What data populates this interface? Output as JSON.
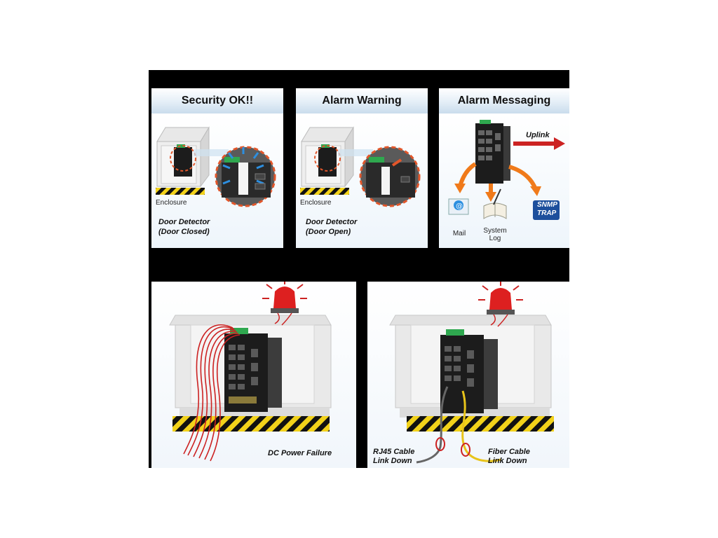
{
  "panels": {
    "security_ok": {
      "title": "Security OK!!",
      "enclosure_label": "Enclosure",
      "caption_line1": "Door Detector",
      "caption_line2": "(Door Closed)"
    },
    "alarm_warning": {
      "title": "Alarm Warning",
      "enclosure_label": "Enclosure",
      "caption_line1": "Door Detector",
      "caption_line2": "(Door Open)"
    },
    "alarm_messaging": {
      "title": "Alarm Messaging",
      "uplink_label": "Uplink",
      "mail_label": "Mail",
      "syslog_line1": "System",
      "syslog_line2": "Log",
      "snmp_line1": "SNMP",
      "snmp_line2": "TRAP"
    },
    "power_failure": {
      "caption": "DC Power Failure"
    },
    "link_down": {
      "rj45_line1": "RJ45 Cable",
      "rj45_line2": "Link Down",
      "fiber_line1": "Fiber Cable",
      "fiber_line2": "Link Down"
    }
  },
  "colors": {
    "frame": "#000000",
    "header_gradient_end": "#c9dcec",
    "alarm_red": "#cc2222",
    "arrow_orange": "#f07a1a",
    "hazard_yellow": "#f2d21a",
    "switch_body": "#1c1c1c",
    "snmp_blue": "#1d4f9c"
  },
  "icons": [
    "switch-icon",
    "alarm-light-icon",
    "mail-icon",
    "system-log-icon",
    "snmp-trap-icon",
    "uplink-arrow-icon",
    "door-detector-icon"
  ]
}
